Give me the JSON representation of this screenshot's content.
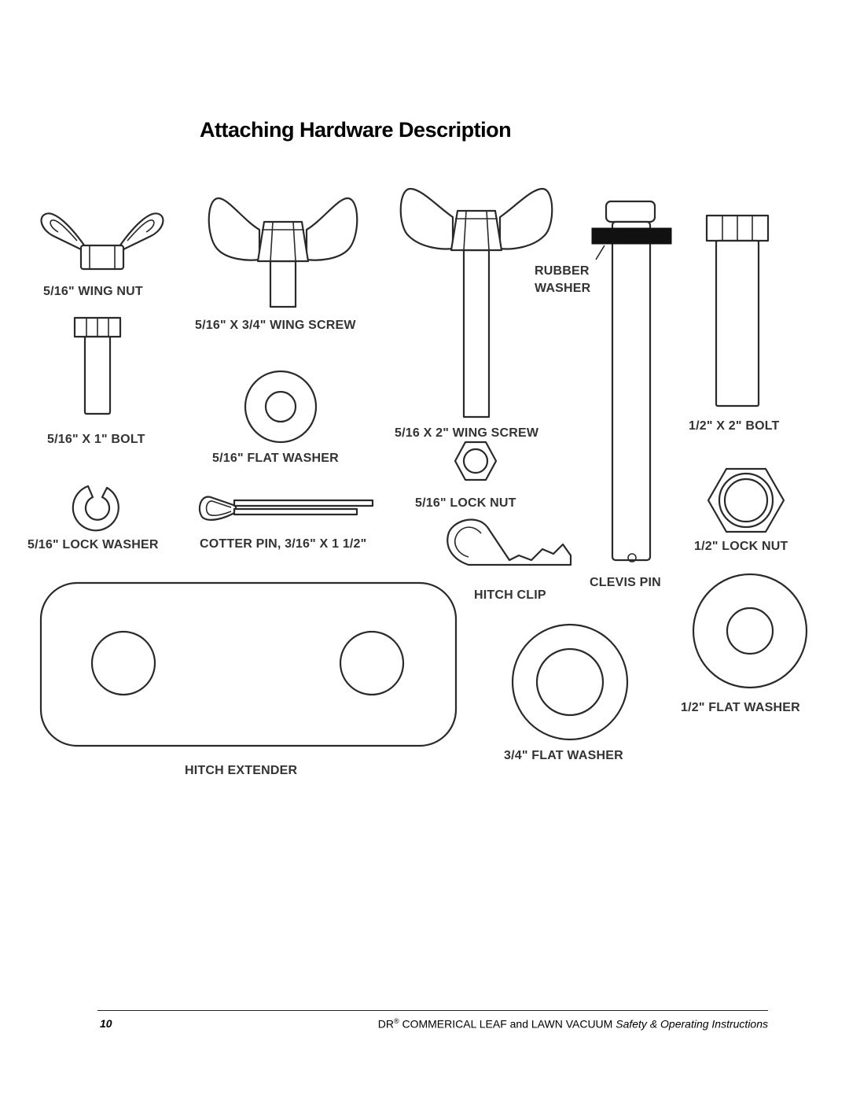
{
  "title": "Attaching Hardware Description",
  "labels": {
    "wing_nut": "5/16\" WING NUT",
    "wing_screw_short": "5/16\" X 3/4\" WING SCREW",
    "wing_screw_long": "5/16 X 2\" WING SCREW",
    "rubber_washer_1": "RUBBER",
    "rubber_washer_2": "WASHER",
    "bolt_short": "5/16\" X 1\" BOLT",
    "flat_washer_516": "5/16\" FLAT WASHER",
    "bolt_half": "1/2\" X 2\" BOLT",
    "lock_nut_516": "5/16\" LOCK NUT",
    "lock_washer": "5/16\" LOCK WASHER",
    "cotter_pin": "COTTER PIN, 3/16\" X 1 1/2\"",
    "lock_nut_half": "1/2\" LOCK NUT",
    "hitch_clip": "HITCH CLIP",
    "clevis_pin": "CLEVIS PIN",
    "hitch_extender": "HITCH EXTENDER",
    "flat_washer_34": "3/4\" FLAT WASHER",
    "flat_washer_half": "1/2\" FLAT WASHER"
  },
  "footer": {
    "page_number": "10",
    "brand": "DR",
    "reg_mark": "®",
    "product": " COMMERICAL LEAF and LAWN VACUUM ",
    "doc_type": "Safety & Operating Instructions"
  }
}
